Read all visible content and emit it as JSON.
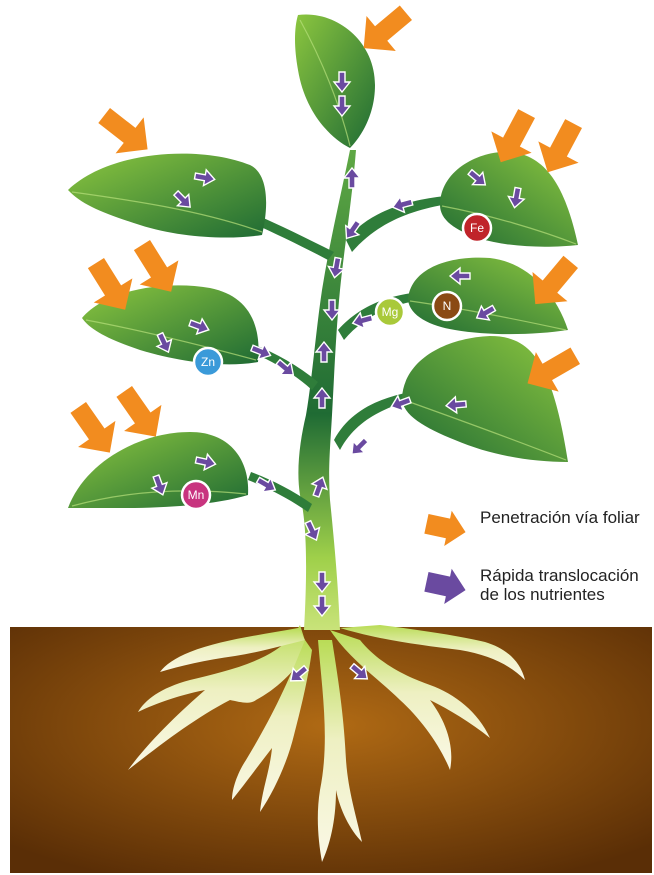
{
  "legend": {
    "penetration": {
      "label": "Penetración vía foliar",
      "color": "#f28c1f",
      "icon": "orange-arrow-icon"
    },
    "translocation": {
      "label": "Rápida translocación de los nutrientes",
      "color": "#6a4aa0",
      "icon": "purple-arrow-icon"
    }
  },
  "nutrients": [
    {
      "id": "fe",
      "symbol": "Fe",
      "color": "#c0242a"
    },
    {
      "id": "n",
      "symbol": "N",
      "color": "#8a4a14"
    },
    {
      "id": "mg",
      "symbol": "Mg",
      "color": "#a9c93a"
    },
    {
      "id": "zn",
      "symbol": "Zn",
      "color": "#3a9ad9"
    },
    {
      "id": "mn",
      "symbol": "Mn",
      "color": "#c8347f"
    }
  ],
  "colors": {
    "soil_center": "#a86412",
    "soil_edge": "#5a2e06",
    "leaf_light": "#8cc63f",
    "leaf_dark": "#1f6b34",
    "stem": "#2f7d3a",
    "root": "#f4f1d2"
  }
}
